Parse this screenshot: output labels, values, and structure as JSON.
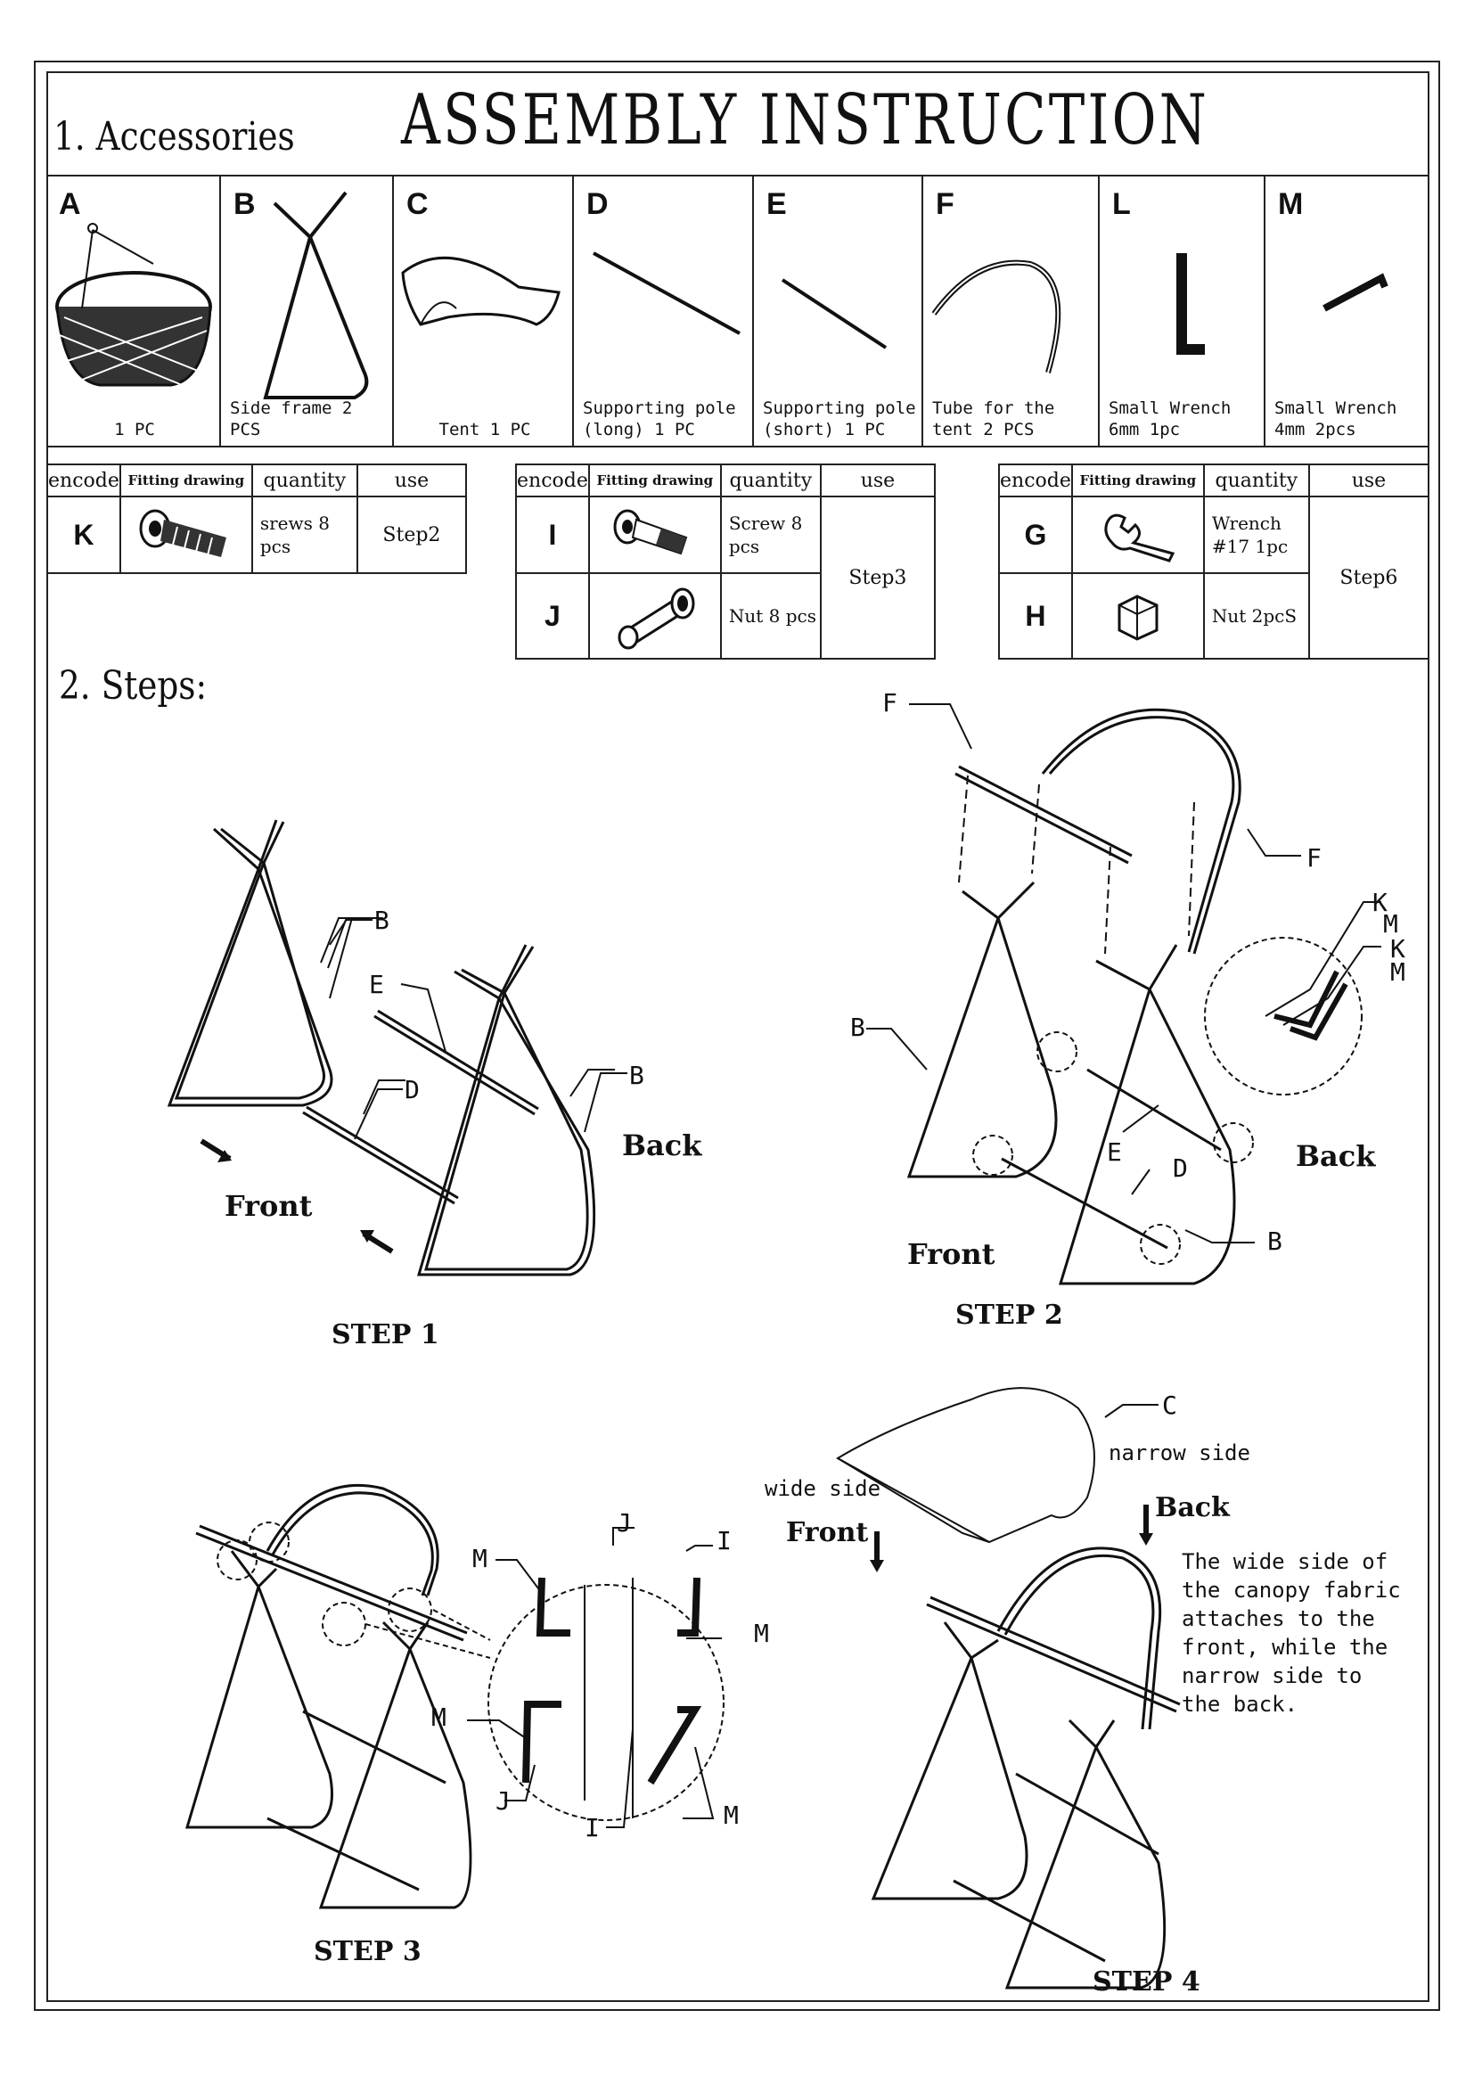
{
  "header": {
    "title": "ASSEMBLY INSTRUCTION",
    "section_accessories": "1. Accessories",
    "section_steps": "2. Steps:"
  },
  "accessories": [
    {
      "letter": "A",
      "caption": "1 PC"
    },
    {
      "letter": "B",
      "caption": "Side frame 2 PCS"
    },
    {
      "letter": "C",
      "caption": "Tent 1 PC"
    },
    {
      "letter": "D",
      "caption": "Supporting pole (long) 1 PC"
    },
    {
      "letter": "E",
      "caption": "Supporting pole (short) 1 PC"
    },
    {
      "letter": "F",
      "caption": "Tube for the tent 2 PCS"
    },
    {
      "letter": "L",
      "caption": "Small Wrench 6mm 1pc"
    },
    {
      "letter": "M",
      "caption": "Small Wrench 4mm 2pcs"
    }
  ],
  "fittings_header": {
    "encode": "encode",
    "drawing": "Fitting drawing",
    "quantity": "quantity",
    "use": "use"
  },
  "fittings": {
    "table1": {
      "rows": [
        {
          "code": "K",
          "quantity": "srews 8 pcs"
        }
      ],
      "use": "Step2"
    },
    "table2": {
      "rows": [
        {
          "code": "I",
          "quantity": "Screw 8 pcs"
        },
        {
          "code": "J",
          "quantity": "Nut 8 pcs"
        }
      ],
      "use": "Step3"
    },
    "table3": {
      "rows": [
        {
          "code": "G",
          "quantity": "Wrench #17 1pc"
        },
        {
          "code": "H",
          "quantity": "Nut 2pcS"
        }
      ],
      "use": "Step6"
    }
  },
  "steps": {
    "step1": {
      "label": "STEP 1",
      "front": "Front",
      "back": "Back",
      "parts": [
        "B",
        "E",
        "D",
        "B"
      ]
    },
    "step2": {
      "label": "STEP 2",
      "front": "Front",
      "back": "Back",
      "parts": [
        "F",
        "F",
        "B",
        "E",
        "D",
        "B",
        "K",
        "M",
        "K",
        "M"
      ]
    },
    "step3": {
      "label": "STEP 3",
      "parts": [
        "J",
        "I",
        "M",
        "M",
        "M",
        "M",
        "J",
        "I"
      ]
    },
    "step4": {
      "label": "STEP 4",
      "part": "C",
      "narrow": "narrow side",
      "wide": "wide side",
      "front": "Front",
      "back": "Back",
      "note": "The wide side of the canopy fabric attaches to the front, while the narrow side to the back."
    }
  }
}
